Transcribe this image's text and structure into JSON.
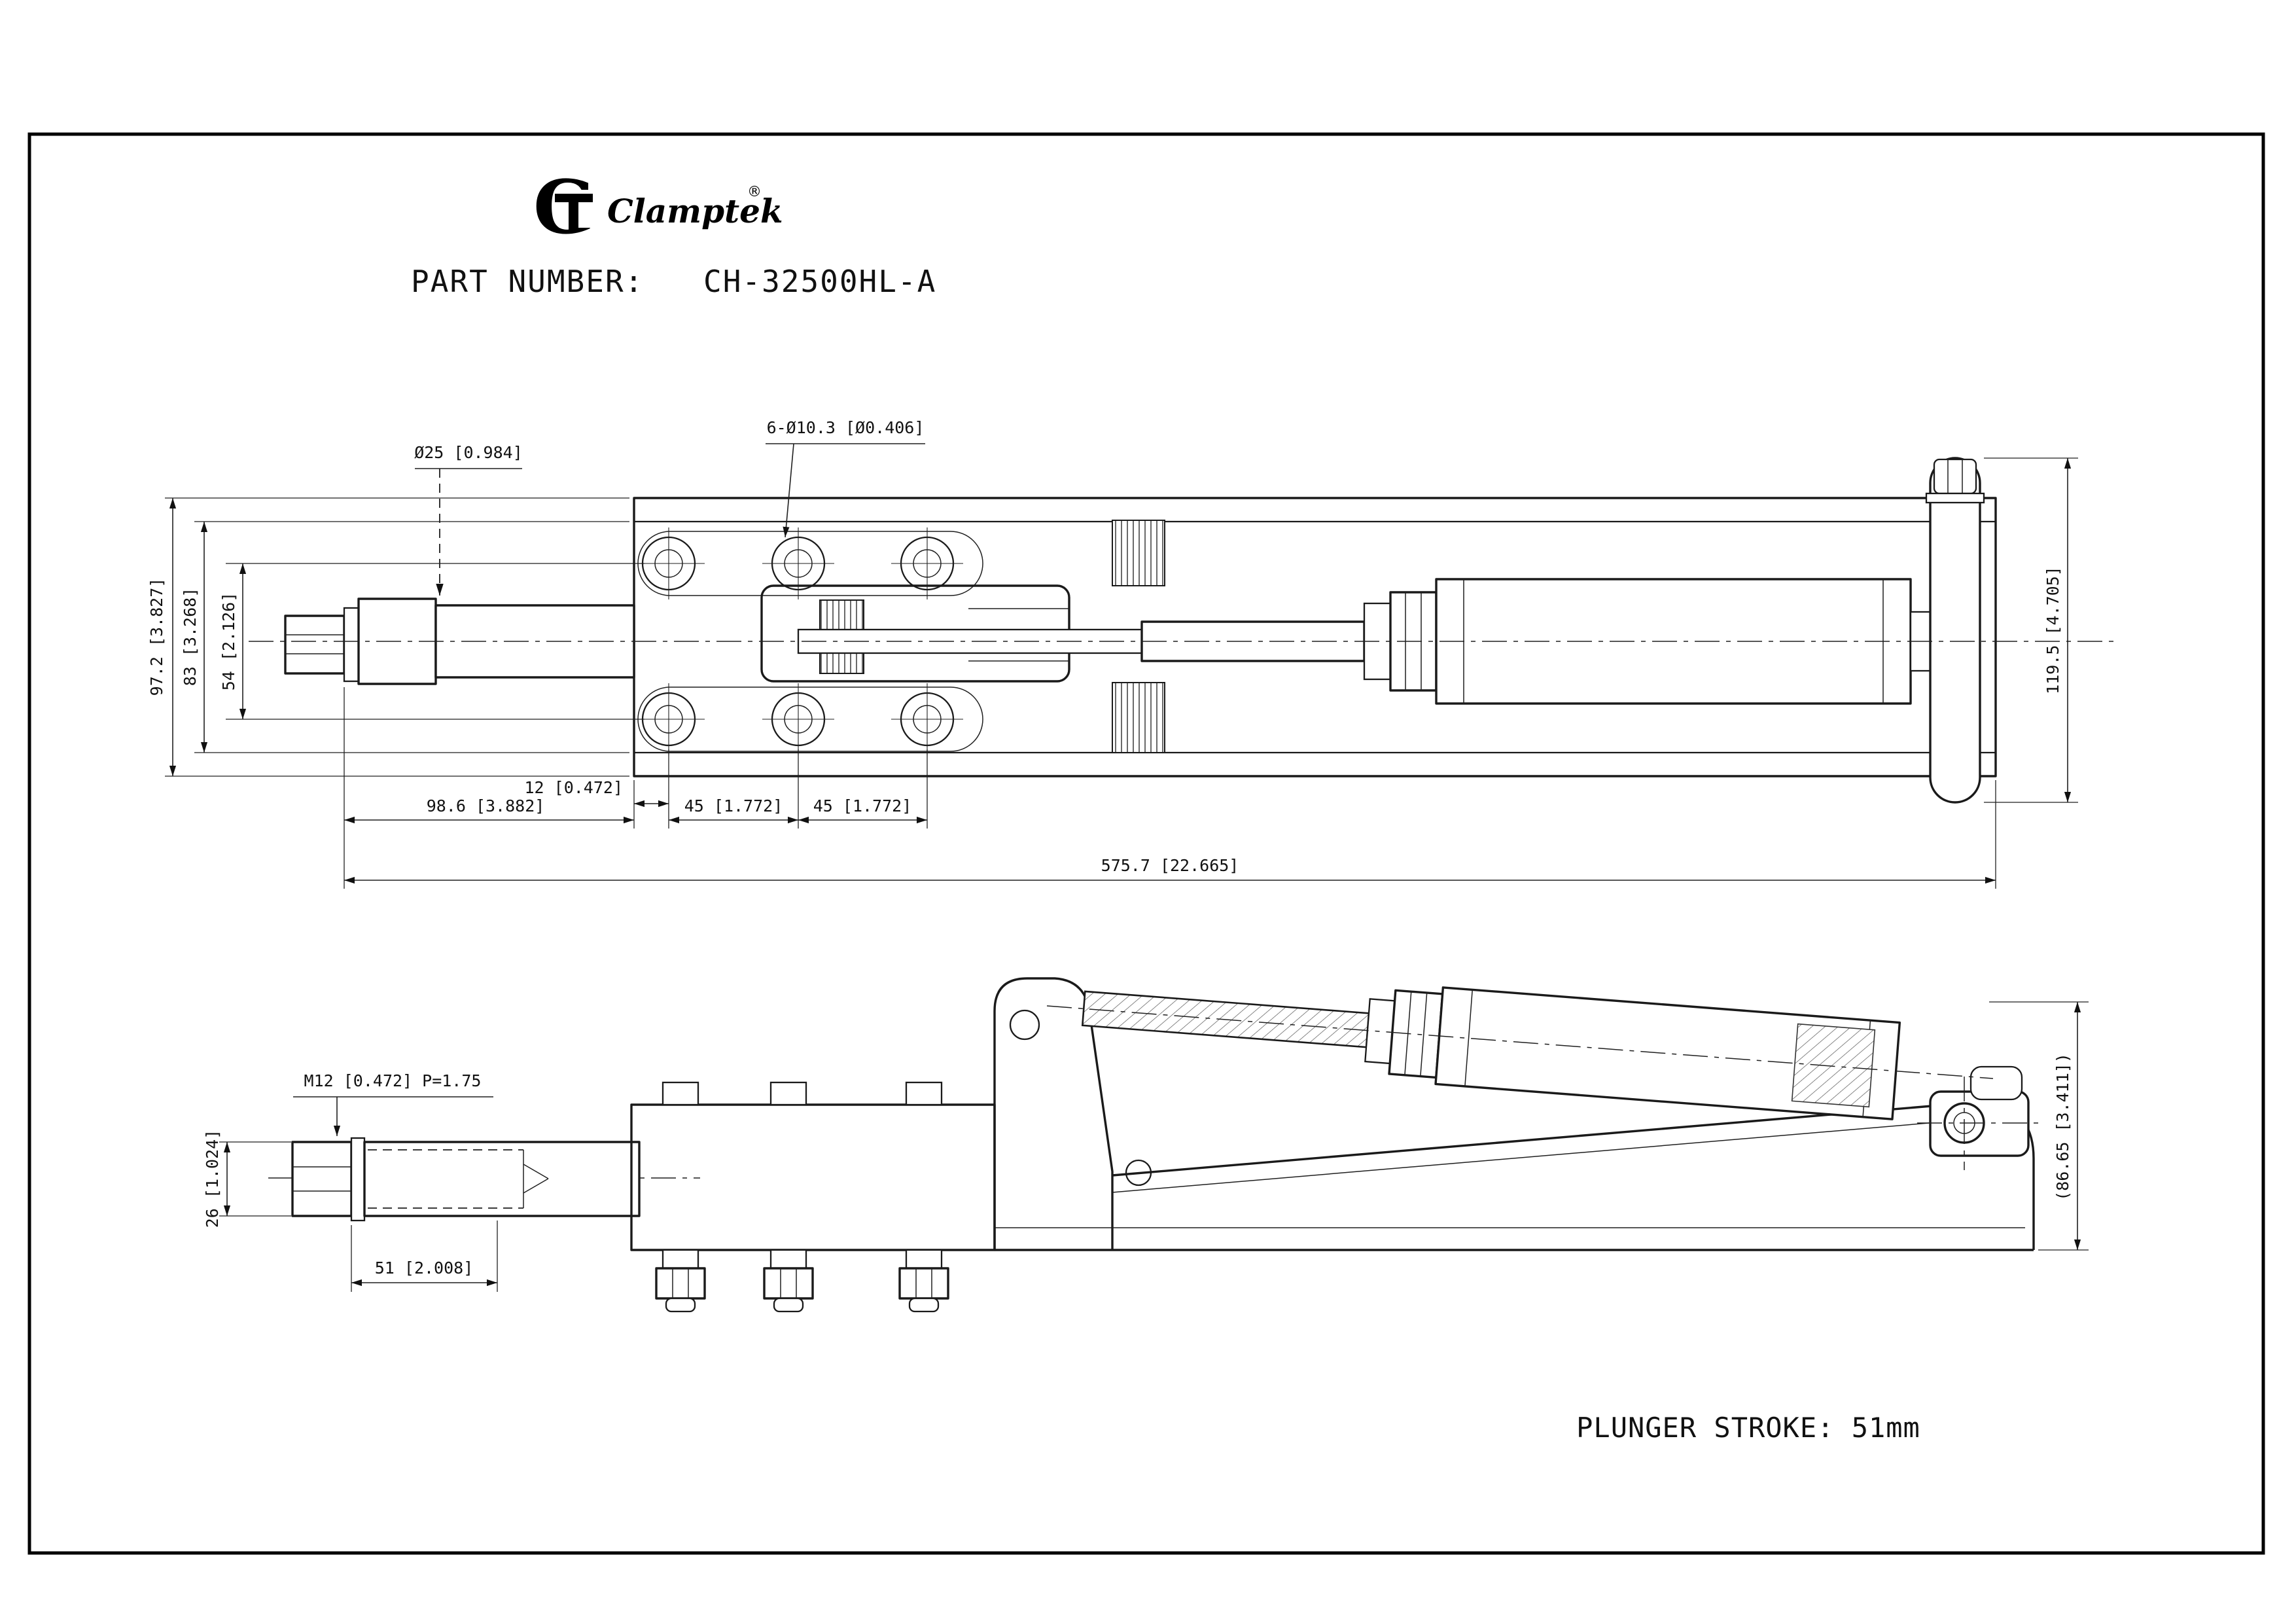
{
  "meta": {
    "colors": {
      "background": "#ffffff",
      "line": "#1a1a1a"
    }
  },
  "header": {
    "brand_mark": "G",
    "brand": "Clamptek",
    "registered": "®",
    "part_number_label": "PART NUMBER:",
    "part_number_value": "CH-32500HL-A"
  },
  "top_view": {
    "callout_holes": "6-Ø10.3 [Ø0.406]",
    "callout_plunger_dia": "Ø25 [0.984]",
    "dim_body_height": "97.2 [3.827]",
    "dim_rail_height": "83 [3.268]",
    "dim_hole_row_spacing": "54 [2.126]",
    "dim_handle_height": "119.5 [4.705]",
    "dim_plunger_ext": "98.6 [3.882]",
    "dim_edge_to_hole": "12 [0.472]",
    "dim_hole_pitch_1": "45 [1.772]",
    "dim_hole_pitch_2": "45 [1.772]",
    "dim_overall_length": "575.7 [22.665]"
  },
  "side_view": {
    "callout_thread": "M12 [0.472] P=1.75",
    "dim_plunger_dia": "26 [1.024]",
    "dim_thread_length": "51 [2.008]",
    "dim_height_ref": "(86.65 [3.411])"
  },
  "footer": {
    "plunger_stroke": "PLUNGER STROKE: 51mm"
  }
}
